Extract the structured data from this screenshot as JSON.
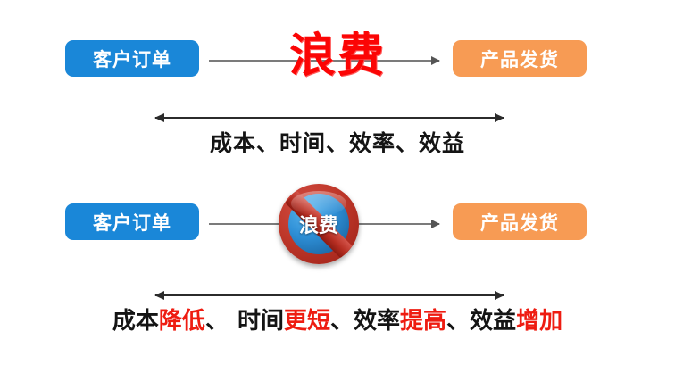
{
  "colors": {
    "blue_box": "#1a87d8",
    "orange_box": "#f79b54",
    "waste_red": "#fb0505",
    "highlight_red": "#ee1c11",
    "arrow_gray": "#7b7b7b",
    "measure_black": "#2b2b2b",
    "prohibit_red": "#c0392b",
    "badge_blue": "#2e8fd6"
  },
  "row_current": {
    "start_label": "客户订单",
    "end_label": "产品发货",
    "middle_label": "浪费",
    "factors": "成本、时间、效率、效益"
  },
  "row_improved": {
    "start_label": "客户订单",
    "end_label": "产品发货",
    "badge_label": "浪费",
    "factors_segments": [
      {
        "text": "成本",
        "highlight": false
      },
      {
        "text": "降低",
        "highlight": true
      },
      {
        "text": "、",
        "highlight": false
      },
      {
        "text": "时间",
        "highlight": false
      },
      {
        "text": "更短",
        "highlight": true
      },
      {
        "text": "、",
        "highlight": false
      },
      {
        "text": "效率",
        "highlight": false
      },
      {
        "text": "提高",
        "highlight": true
      },
      {
        "text": "、",
        "highlight": false
      },
      {
        "text": "效益",
        "highlight": false
      },
      {
        "text": "增加",
        "highlight": true
      }
    ]
  }
}
